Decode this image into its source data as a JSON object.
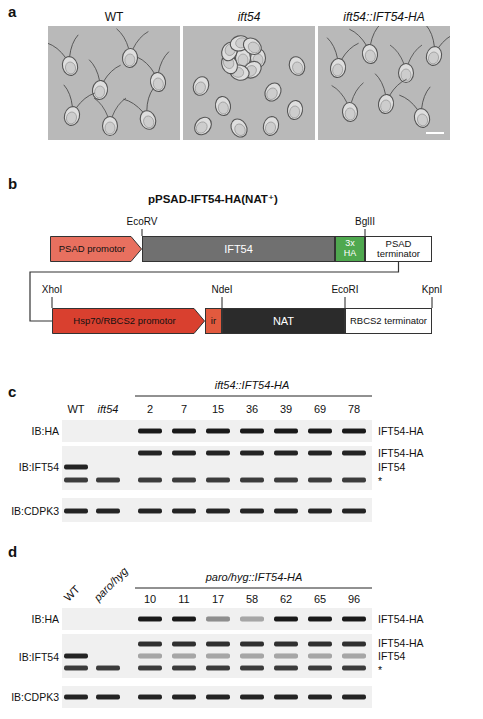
{
  "diagram": {
    "nodes": [
      {
        "text": [
          "PSAD promotor"
        ]
      },
      {
        "text": [
          "IFT54"
        ]
      },
      {
        "text": [
          "3x HA"
        ]
      },
      {
        "text": [
          "PSAD terminator"
        ]
      },
      {
        "text": [
          "Hsp70/RBCS2 promotor"
        ]
      },
      {
        "text": [
          "ir"
        ]
      },
      {
        "text": [
          "NAT"
        ]
      },
      {
        "text": [
          "RBCS2 terminator"
        ]
      }
    ],
    "edges": [
      {
        "from": 3,
        "to": 4,
        "arrow": "none"
      }
    ],
    "labels": [
      "a",
      "WT",
      "ift54",
      "ift54::IFT54-HA",
      "b",
      "pPSAD-IFT54-HA(NAT⁺)",
      "EcoRV",
      "BglII",
      "XhoI",
      "NdeI",
      "EcoRI",
      "KpnI",
      "c",
      "ift54::IFT54-HA",
      "WT",
      "ift54",
      "2",
      "7",
      "15",
      "36",
      "39",
      "69",
      "78",
      "IB:HA",
      "IB:IFT54",
      "IB:CDPK3",
      "IFT54-HA",
      "IFT54-HA",
      "IFT54",
      "*",
      "d",
      "WT",
      "paro/hyg",
      "paro/hyg::IFT54-HA",
      "10",
      "11",
      "17",
      "58",
      "62",
      "65",
      "96",
      "IB:HA",
      "IB:IFT54",
      "IB:CDPK3",
      "IFT54-HA",
      "IFT54-HA",
      "IFT54",
      "*"
    ]
  }
}
